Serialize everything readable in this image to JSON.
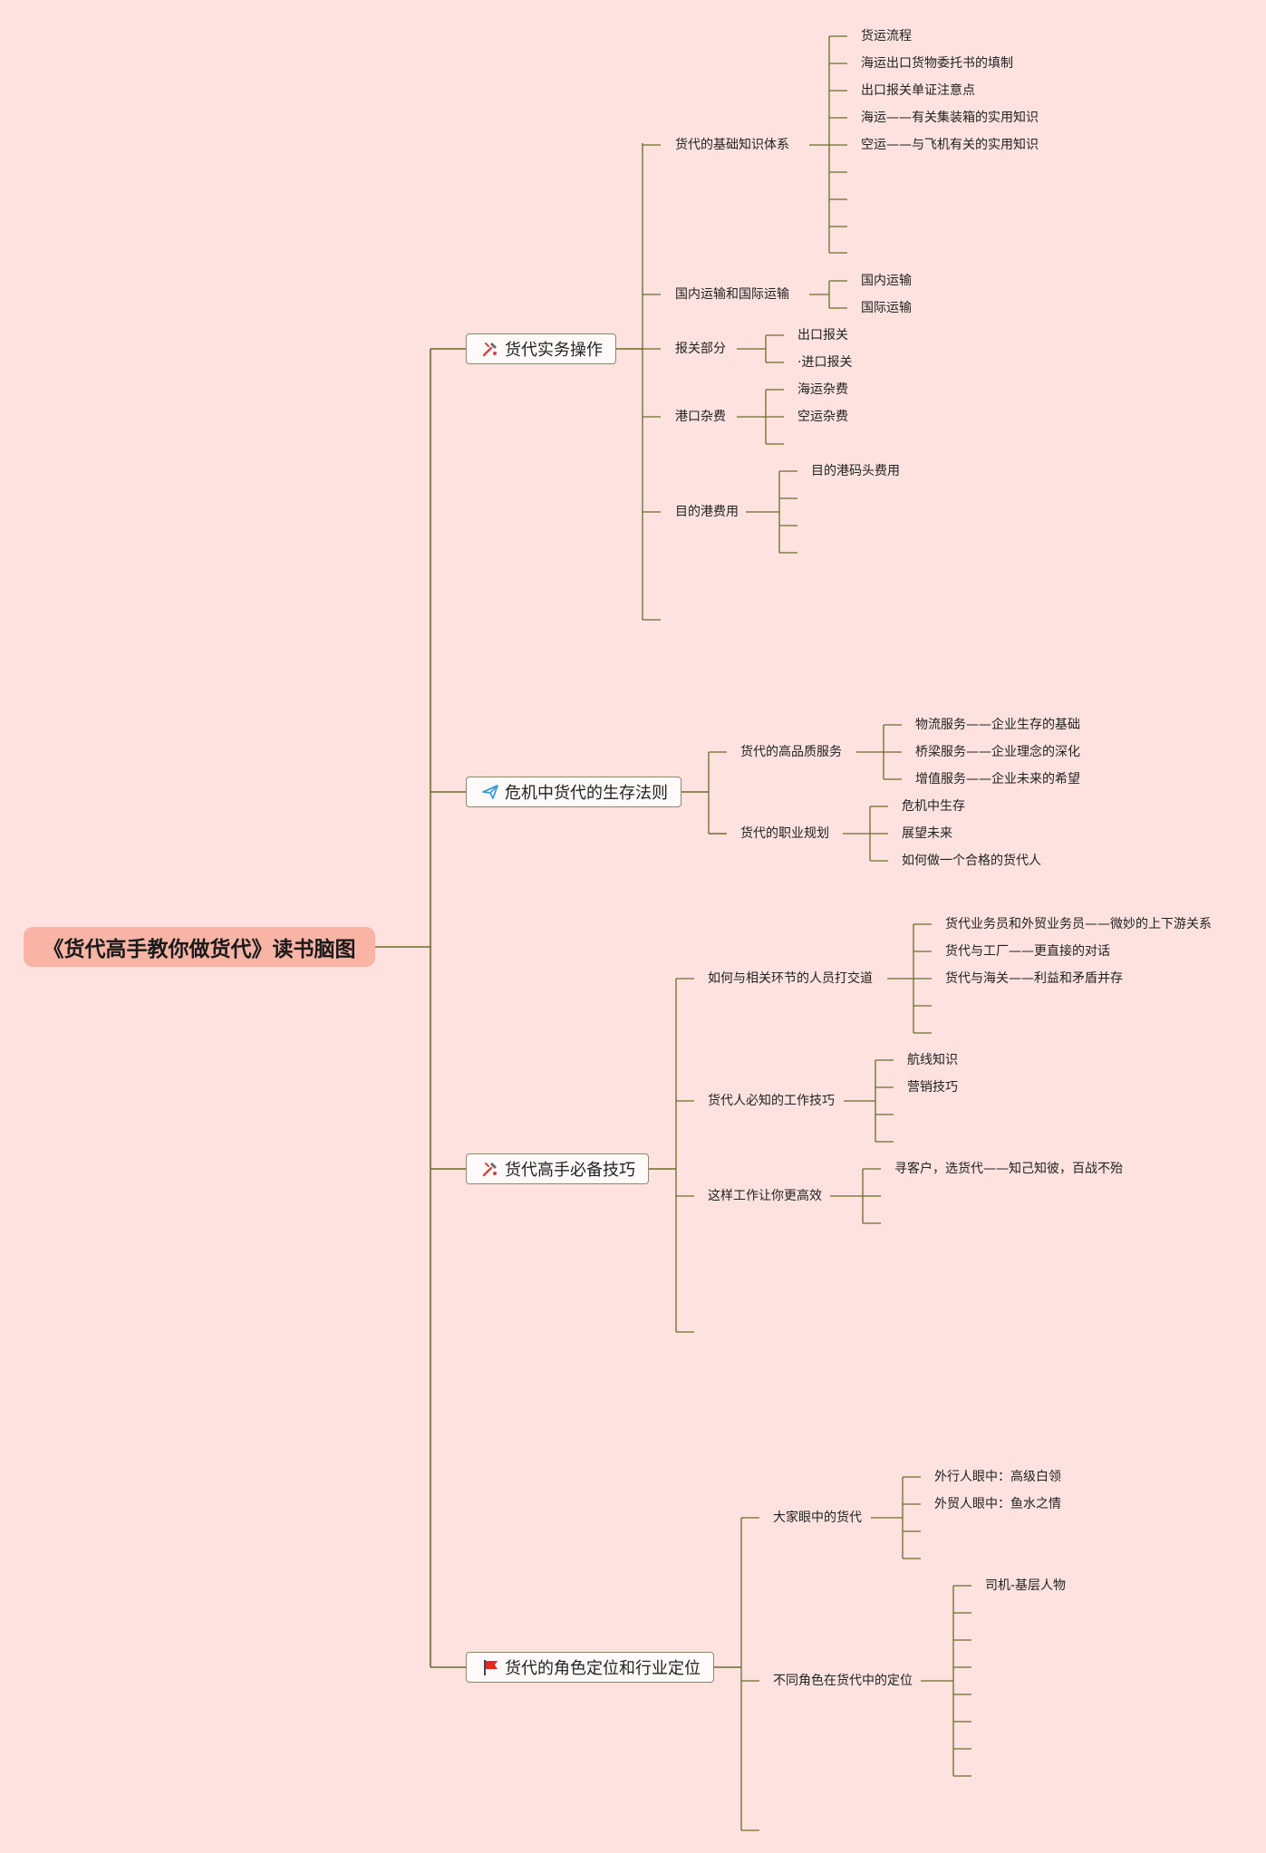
{
  "root": {
    "title": "《货代高手教你做货代》读书脑图"
  },
  "branches": [
    {
      "title": "货代实务操作",
      "icon": "tools-icon",
      "children": [
        {
          "title": "货代的基础知识体系",
          "items": [
            "货运流程",
            "海运出口货物委托书的填制",
            "出口报关单证注意点",
            "海运——有关集装箱的实用知识",
            "空运——与飞机有关的实用知识"
          ]
        },
        {
          "title": "国内运输和国际运输",
          "items": [
            "国内运输",
            "国际运输"
          ]
        },
        {
          "title": "报关部分",
          "items": [
            "出口报关",
            "·进口报关"
          ]
        },
        {
          "title": "港口杂费",
          "items": [
            "海运杂费",
            "空运杂费"
          ]
        },
        {
          "title": "目的港费用",
          "items": [
            "目的港码头费用"
          ]
        }
      ]
    },
    {
      "title": "危机中货代的生存法则",
      "icon": "paper-plane-icon",
      "children": [
        {
          "title": "货代的高品质服务",
          "items": [
            "物流服务——企业生存的基础",
            "桥梁服务——企业理念的深化",
            "增值服务——企业未来的希望"
          ]
        },
        {
          "title": "货代的职业规划",
          "items": [
            "危机中生存",
            "展望未来",
            "如何做一个合格的货代人"
          ]
        }
      ]
    },
    {
      "title": "货代高手必备技巧",
      "icon": "tools-icon",
      "children": [
        {
          "title": "如何与相关环节的人员打交道",
          "items": [
            "货代业务员和外贸业务员——微妙的上下游关系",
            "货代与工厂——更直接的对话",
            "货代与海关——利益和矛盾并存"
          ]
        },
        {
          "title": "货代人必知的工作技巧",
          "items": [
            "航线知识",
            "营销技巧"
          ]
        },
        {
          "title": "这样工作让你更高效",
          "items": [
            "寻客户，选货代——知己知彼，百战不殆"
          ]
        }
      ]
    },
    {
      "title": "货代的角色定位和行业定位",
      "icon": "red-flag-icon",
      "children": [
        {
          "title": "大家眼中的货代",
          "items": [
            "外行人眼中：高级白领",
            "外贸人眼中：鱼水之情"
          ]
        },
        {
          "title": "不同角色在货代中的定位",
          "items": [
            "司机-基层人物"
          ]
        }
      ]
    }
  ],
  "colors": {
    "background": "#fde2e0",
    "root_fill": "#f9b4a6",
    "connector": "#6b6b2a",
    "tools_icon": "#d94040",
    "plane_icon": "#3a9bd5",
    "flag_icon": "#e02b20"
  }
}
